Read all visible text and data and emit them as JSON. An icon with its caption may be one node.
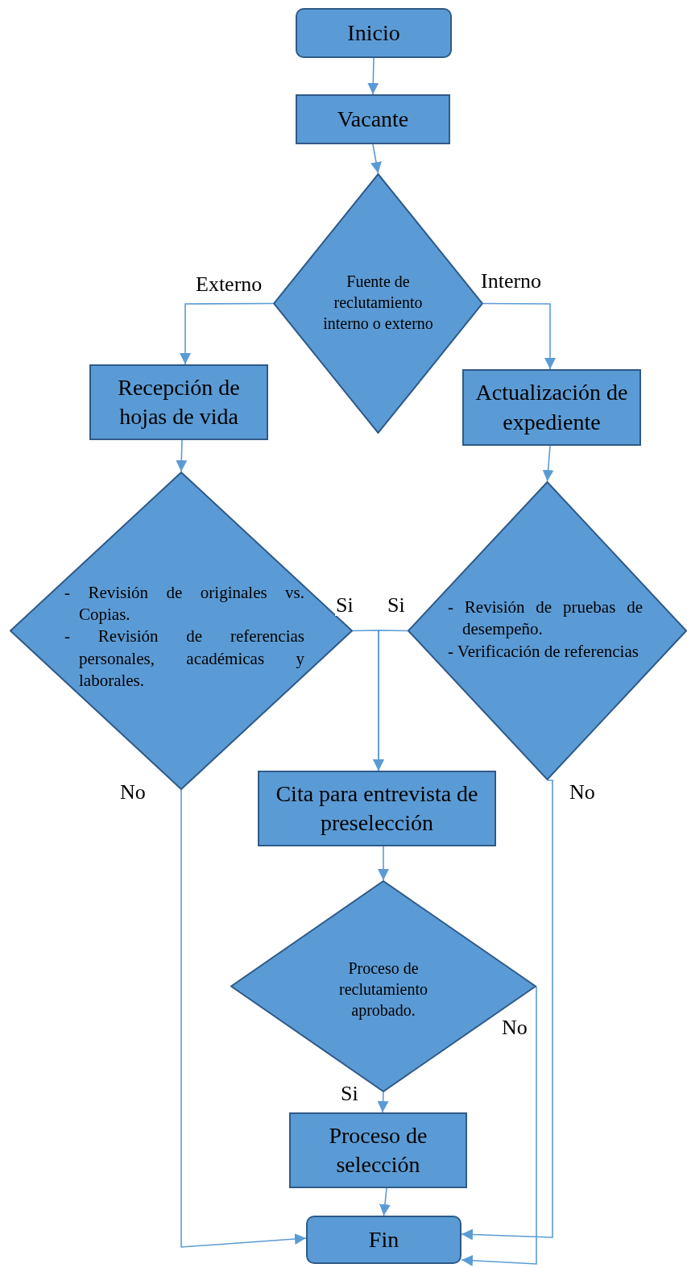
{
  "diagram": {
    "nodes": [
      {
        "text": [
          "Inicio"
        ]
      },
      {
        "text": [
          "Vacante"
        ]
      },
      {
        "text": [
          "Fuente de reclutamiento interno o externo"
        ]
      },
      {
        "text": [
          "Recepción de hojas de vida"
        ]
      },
      {
        "text": [
          "Actualización de expediente"
        ]
      },
      {
        "text": [
          "- Revisión de originales vs. Copias.",
          "- Revisión de referencias personales, académicas y laborales."
        ]
      },
      {
        "text": [
          "- Revisión de pruebas de desempeño.",
          "- Verificación de referencias"
        ]
      },
      {
        "text": [
          "Cita para entrevista de preselección"
        ]
      },
      {
        "text": [
          "Proceso de reclutamiento aprobado."
        ]
      },
      {
        "text": [
          "Proceso de selección"
        ]
      },
      {
        "text": [
          "Fin"
        ]
      }
    ],
    "edges": [
      {
        "from": 0,
        "to": 1,
        "arrow": "to"
      },
      {
        "from": 1,
        "to": 2,
        "arrow": "to"
      },
      {
        "from": 2,
        "to": 3,
        "arrow": "to",
        "label": "Externo"
      },
      {
        "from": 2,
        "to": 4,
        "arrow": "to",
        "label": "Interno"
      },
      {
        "from": 3,
        "to": 5,
        "arrow": "to"
      },
      {
        "from": 4,
        "to": 6,
        "arrow": "to"
      },
      {
        "from": 5,
        "to": 7,
        "arrow": "to",
        "label": "Si"
      },
      {
        "from": 6,
        "to": 7,
        "arrow": "to",
        "label": "Si"
      },
      {
        "from": 7,
        "to": 8,
        "arrow": "to"
      },
      {
        "from": 8,
        "to": 9,
        "arrow": "to",
        "label": "Si"
      },
      {
        "from": 9,
        "to": 10,
        "arrow": "to"
      },
      {
        "from": 5,
        "to": 10,
        "arrow": "to",
        "label": "No"
      },
      {
        "from": 6,
        "to": 10,
        "arrow": "to",
        "label": "No"
      },
      {
        "from": 8,
        "to": 10,
        "arrow": "to",
        "label": "No"
      }
    ]
  }
}
